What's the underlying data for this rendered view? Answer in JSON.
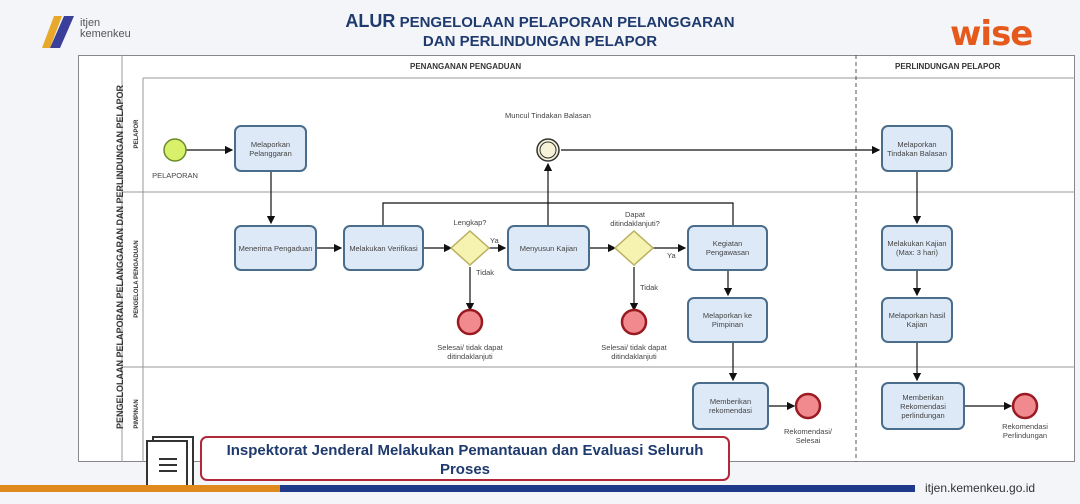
{
  "header": {
    "logo_line1": "itjen",
    "logo_line2": "kemenkeu",
    "title_prefix": "ALUR",
    "title_line1_rest": "PENGELOLAAN PELAPORAN PELANGGARAN",
    "title_line2": "DAN PERLINDUNGAN PELAPOR",
    "brand": "wise"
  },
  "diagram": {
    "pool_label": "PENGELOLAAN PELAPORAN PELANGGARAN DAN PERLINDUNGAN PELAPOR",
    "phases": [
      "PENANGANAN PENGADUAN",
      "PERLINDUNGAN PELAPOR"
    ],
    "lanes": [
      "PELAPOR",
      "PENGELOLA PENGADUAN",
      "PIMPINAN"
    ],
    "start_label": "PELAPORAN",
    "intermediate_label": "Muncul Tindakan Balasan",
    "tasks": {
      "t1": "Melaporkan Pelanggaran",
      "t2": "Menerima Pengaduan",
      "t3": "Melakukan Verifikasi",
      "t4": "Menyusun Kajian",
      "t5": "Kegiatan Pengawasan",
      "t6": "Melaporkan ke Pimpinan",
      "t7": "Memberikan rekomendasi",
      "r1": "Melaporkan Tindakan Balasan",
      "r2": "Melakukan Kajian (Max: 3 hari)",
      "r3": "Melaporkan hasil Kajian",
      "r4": "Memberikan Rekomendasi perlindungan"
    },
    "gateways": {
      "g1": "Lengkap?",
      "g2": "Dapat ditindaklanjuti?"
    },
    "flow_labels": {
      "ya1": "Ya",
      "tidak1": "Tidak",
      "ya2": "Ya",
      "tidak2": "Tidak"
    },
    "ends": {
      "e1": "Selesai/ tidak dapat ditindaklanjuti",
      "e2": "Selesai/ tidak dapat ditindaklanjuti",
      "e3": "Rekomendasi/ Selesai",
      "e4": "Rekomendasi Perlindungan"
    }
  },
  "banner": {
    "text": "Inspektorat Jenderal Melakukan Pemantauan dan Evaluasi Seluruh Proses"
  },
  "footer": {
    "url": "itjen.kemenkeu.go.id"
  },
  "colors": {
    "orange": "#e08a1e",
    "navy": "#1f3a8a",
    "task_fill": "#dde9f7",
    "gateway": "#f6f3b0",
    "end": "#f08a8f",
    "start": "#d9f06a"
  }
}
